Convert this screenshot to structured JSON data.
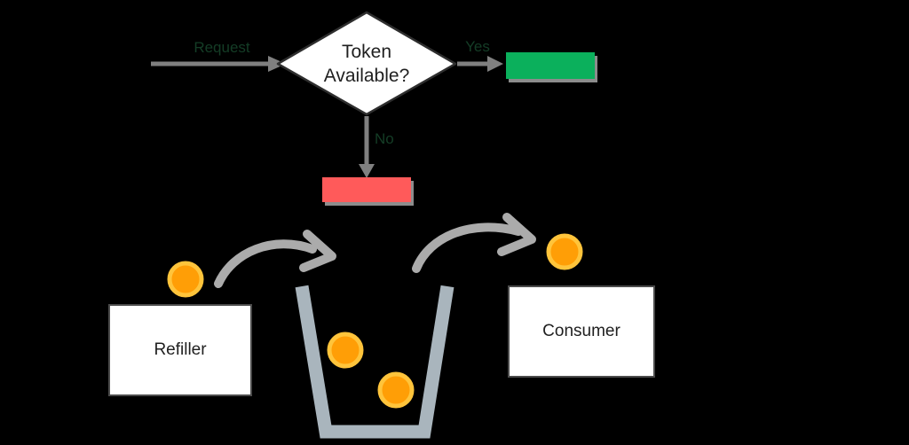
{
  "flow": {
    "request_label": "Request",
    "decision_line1": "Token",
    "decision_line2": "Available?",
    "yes_label": "Yes",
    "no_label": "No"
  },
  "actors": {
    "refiller_label": "Refiller",
    "consumer_label": "Consumer"
  },
  "icons": {
    "bucket": "bucket-icon",
    "token": "token-coin-icon",
    "refill_arrow": "curved-refill-arrow-icon",
    "consume_arrow": "curved-consume-arrow-icon"
  },
  "colors": {
    "background": "#000000",
    "node-fill": "#ffffff",
    "node-border": "#2e2e2e",
    "box-border": "#4b4b4b",
    "text": "#1f1f1f",
    "faint-label": "#143d26",
    "flow-arrow": "#808080",
    "sketch-arrow": "#ababab",
    "green": "#0bb05c",
    "red": "#ff5a5a",
    "shadow": "#8c8c8c",
    "coin": "#ff9e06",
    "coin-ring": "#ffc43b",
    "bucket": "#a9b5bd"
  }
}
